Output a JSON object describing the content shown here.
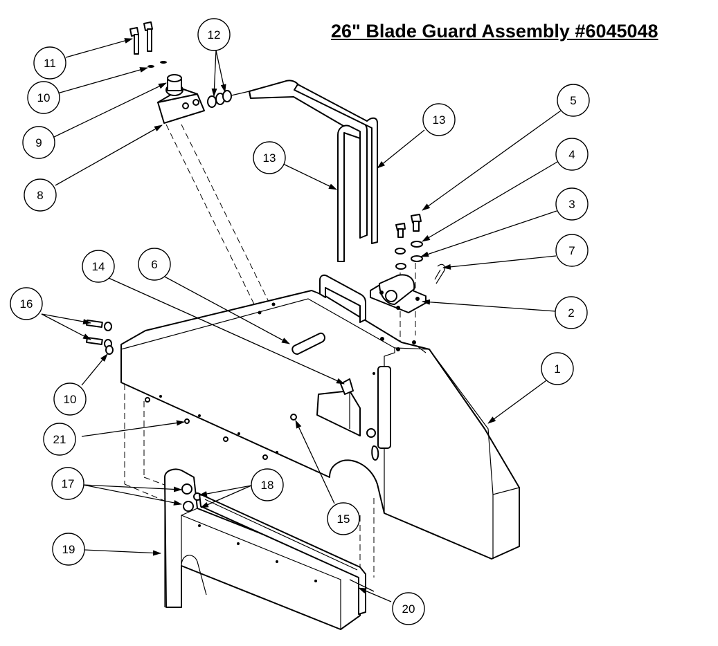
{
  "title": "26\" Blade Guard Assembly #6045048",
  "callouts": [
    {
      "id": "c11",
      "label": "11"
    },
    {
      "id": "c10a",
      "label": "10"
    },
    {
      "id": "c9",
      "label": "9"
    },
    {
      "id": "c8",
      "label": "8"
    },
    {
      "id": "c12",
      "label": "12"
    },
    {
      "id": "c13a",
      "label": "13"
    },
    {
      "id": "c13b",
      "label": "13"
    },
    {
      "id": "c5",
      "label": "5"
    },
    {
      "id": "c4",
      "label": "4"
    },
    {
      "id": "c3",
      "label": "3"
    },
    {
      "id": "c7",
      "label": "7"
    },
    {
      "id": "c2",
      "label": "2"
    },
    {
      "id": "c14",
      "label": "14"
    },
    {
      "id": "c6",
      "label": "6"
    },
    {
      "id": "c16",
      "label": "16"
    },
    {
      "id": "c10b",
      "label": "10"
    },
    {
      "id": "c21",
      "label": "21"
    },
    {
      "id": "c1",
      "label": "1"
    },
    {
      "id": "c17",
      "label": "17"
    },
    {
      "id": "c18",
      "label": "18"
    },
    {
      "id": "c15",
      "label": "15"
    },
    {
      "id": "c19",
      "label": "19"
    },
    {
      "id": "c20",
      "label": "20"
    }
  ]
}
